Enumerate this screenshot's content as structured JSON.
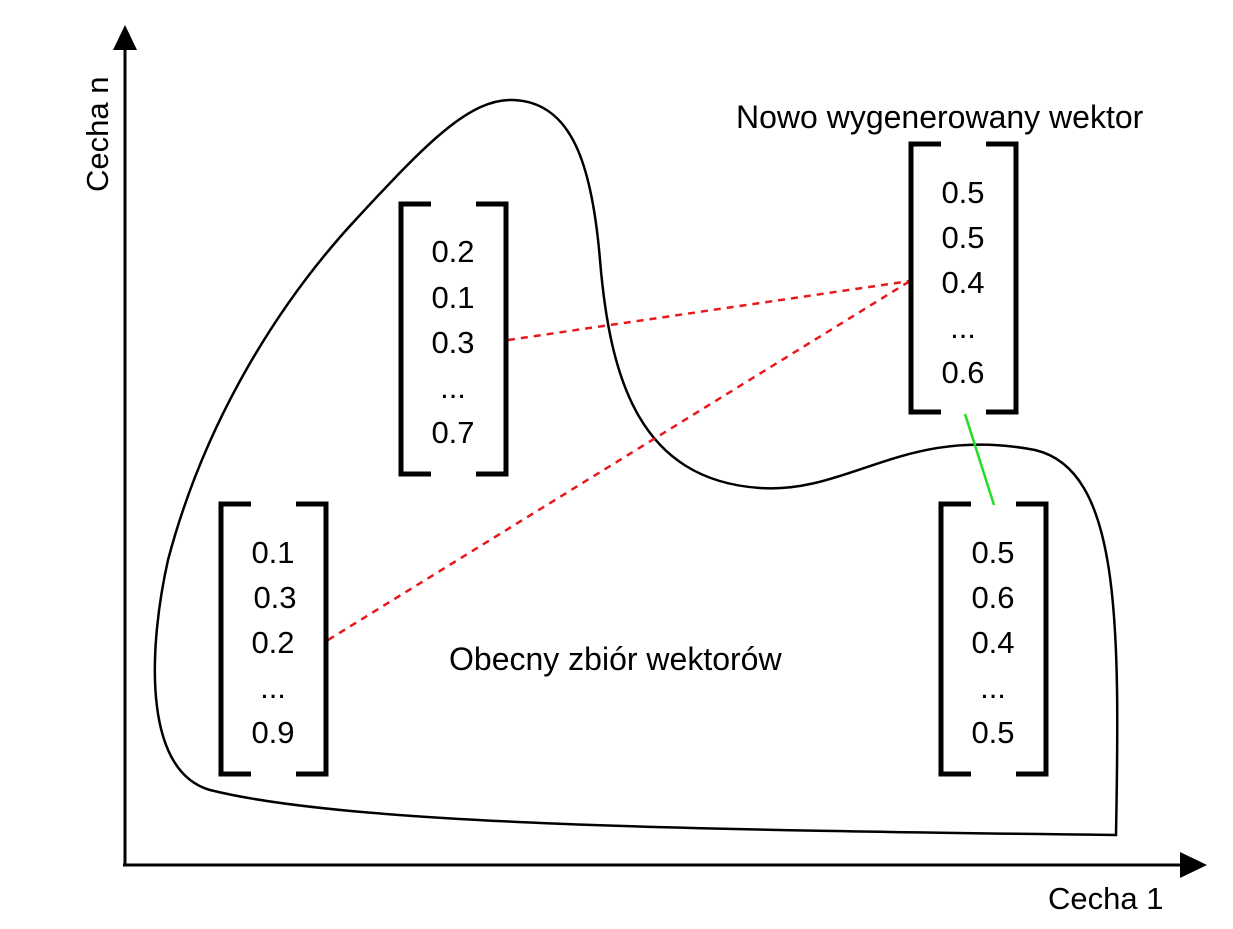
{
  "axes": {
    "x_label": "Cecha 1",
    "y_label": "Cecha n"
  },
  "labels": {
    "new_vector": "Nowo wygenerowany wektor",
    "current_set": "Obecny zbiór wektorów"
  },
  "vectors": {
    "top_left": [
      "0.2",
      "0.1",
      "0.3",
      "...",
      "0.7"
    ],
    "bottom_left": [
      "0.1",
      "0.3",
      "0.2",
      "...",
      "0.9"
    ],
    "new": [
      "0.5",
      "0.5",
      "0.4",
      "...",
      "0.6"
    ],
    "bottom_right": [
      "0.5",
      "0.6",
      "0.4",
      "...",
      "0.5"
    ]
  },
  "colors": {
    "distance_line": "#e8191c",
    "nearest_line": "#22dd22"
  }
}
